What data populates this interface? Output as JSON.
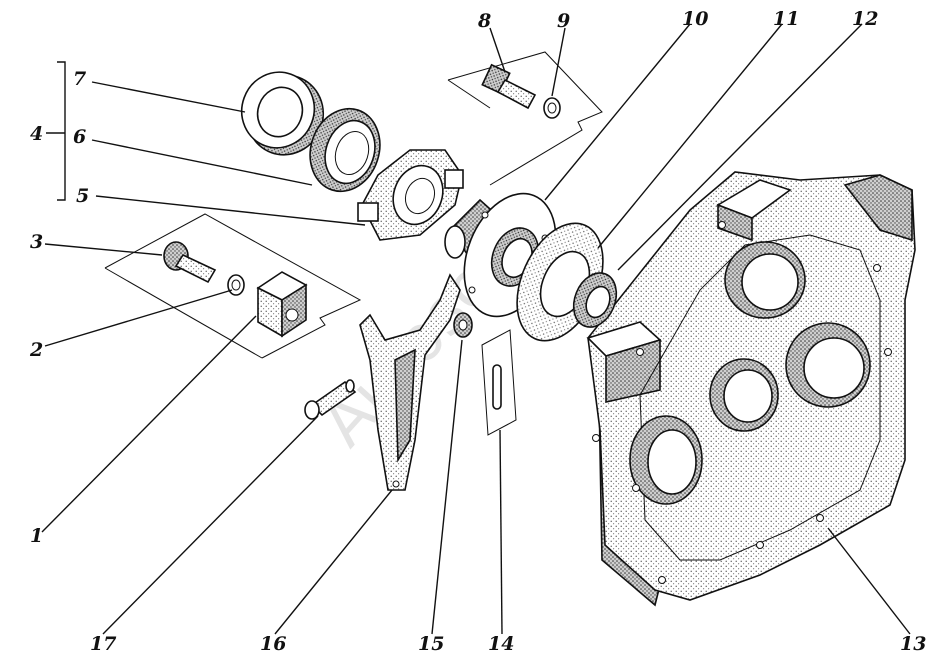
{
  "diagram": {
    "watermark": "Autosoft",
    "callouts": [
      {
        "id": "1",
        "label": "1"
      },
      {
        "id": "2",
        "label": "2"
      },
      {
        "id": "3",
        "label": "3"
      },
      {
        "id": "4",
        "label": "4"
      },
      {
        "id": "5",
        "label": "5"
      },
      {
        "id": "6",
        "label": "6"
      },
      {
        "id": "7",
        "label": "7"
      },
      {
        "id": "8",
        "label": "8"
      },
      {
        "id": "9",
        "label": "9"
      },
      {
        "id": "10",
        "label": "10"
      },
      {
        "id": "11",
        "label": "11"
      },
      {
        "id": "12",
        "label": "12"
      },
      {
        "id": "13",
        "label": "13"
      },
      {
        "id": "14",
        "label": "14"
      },
      {
        "id": "15",
        "label": "15"
      },
      {
        "id": "16",
        "label": "16"
      },
      {
        "id": "17",
        "label": "17"
      }
    ],
    "colors": {
      "ink": "#111111",
      "paper": "#ffffff",
      "shade": "#9a9a9a",
      "watermark": "#cfcfcf"
    }
  }
}
